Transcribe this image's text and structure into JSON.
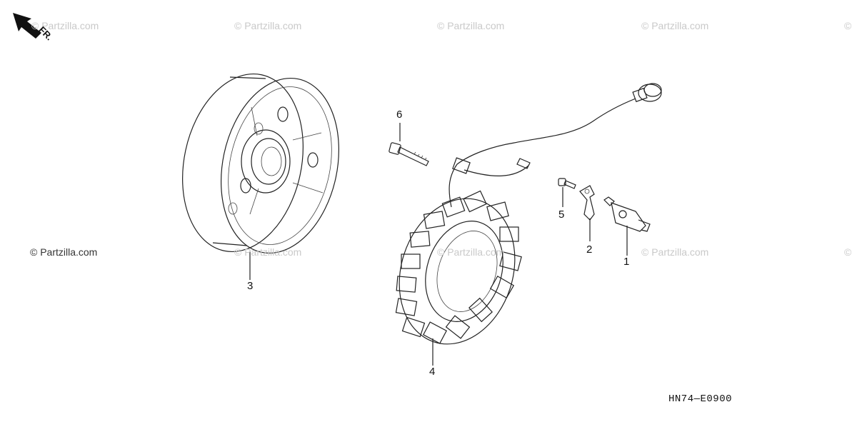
{
  "watermarks": [
    {
      "text": "© Partzilla.com"
    },
    {
      "text": "© Partzilla.com"
    },
    {
      "text": "© Partzilla.com"
    },
    {
      "text": "© Partzilla.com"
    },
    {
      "text": "© Partzilla.com"
    },
    {
      "text": "© Partzilla.com"
    },
    {
      "text": "© Partzilla.com"
    },
    {
      "text": "© Partzilla.com"
    },
    {
      "text": "©"
    },
    {
      "text": "©"
    }
  ],
  "direction_label": "FR.",
  "callouts": [
    "1",
    "2",
    "3",
    "4",
    "5",
    "6"
  ],
  "diagram_code": "HN74—E0900"
}
